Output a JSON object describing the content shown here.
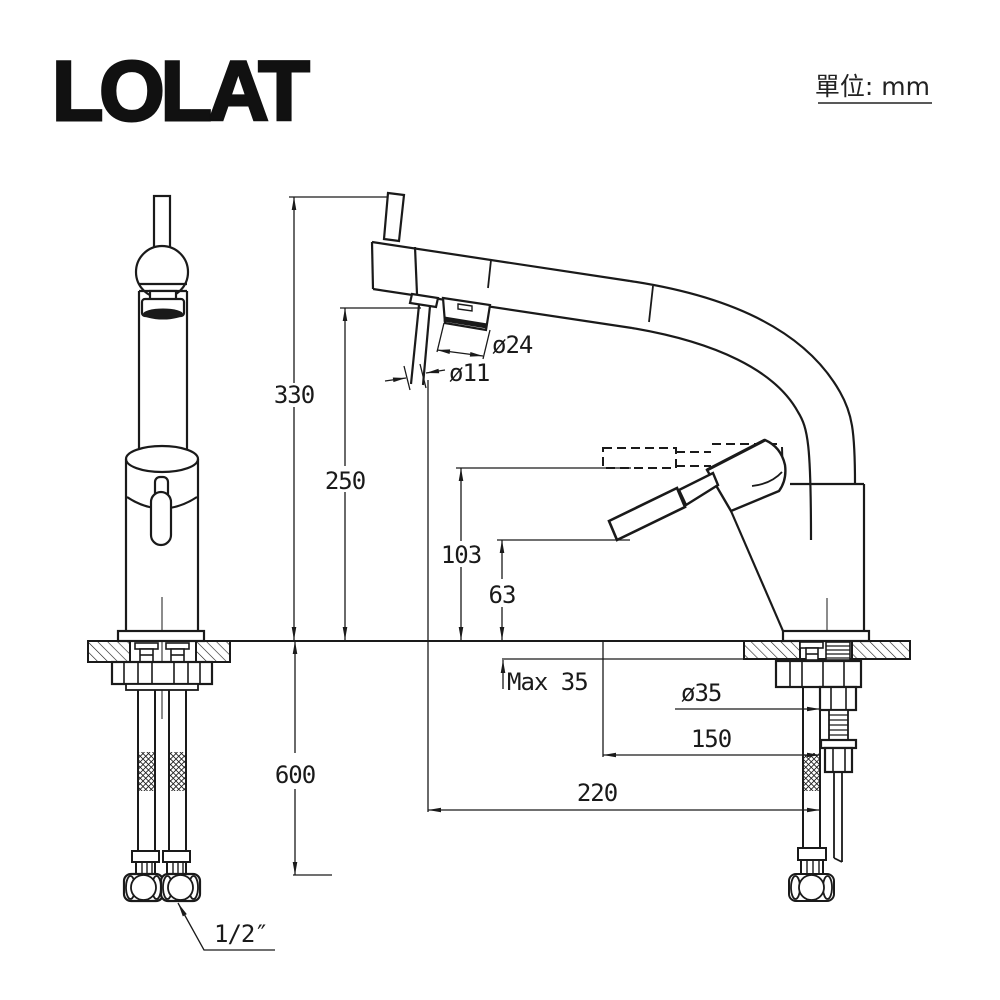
{
  "meta": {
    "brand": "LOLAT",
    "units_label": "單位: mm"
  },
  "drawing": {
    "type": "technical-drawing",
    "subject": "single-handle basin faucet — front view and side view with installation dimensions",
    "dimensions": {
      "overall_height": "330",
      "spout_outlet_height": "250",
      "handle_top_height": "103",
      "handle_rest_height": "63",
      "max_deck_thickness": "Max 35",
      "aerator_diameter": "ø24",
      "outlet_diameter": "ø11",
      "mounting_hole_diameter": "ø35",
      "handle_reach": "150",
      "spout_reach": "220",
      "hose_length": "600",
      "hose_connection": "1/2″"
    }
  }
}
